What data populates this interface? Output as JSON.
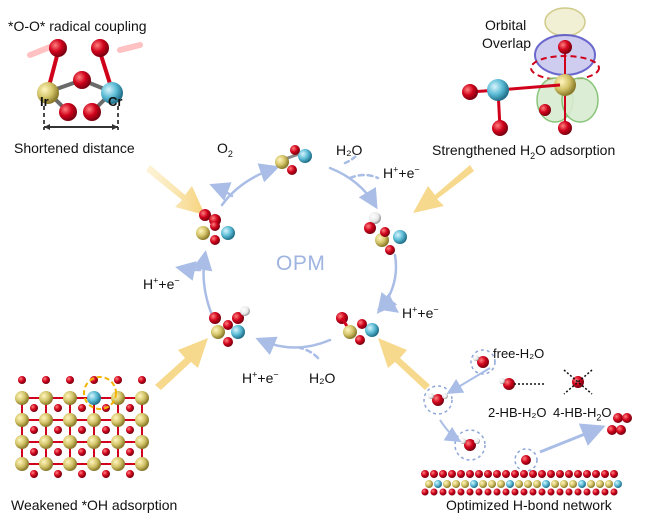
{
  "panels": {
    "top_left": {
      "title": "*O-O* radical coupling",
      "caption": "Shortened distance",
      "atom_labels": [
        "Ir",
        "Cr"
      ]
    },
    "top_right": {
      "title_line1": "Orbital",
      "title_line2": "Overlap",
      "caption_pre": "Strengthened H",
      "caption_sub": "2",
      "caption_post": "O adsorption"
    },
    "bottom_left": {
      "caption": "Weakened *OH adsorption"
    },
    "bottom_right": {
      "caption": "Optimized H-bond network",
      "free_water": "free-H₂O",
      "hb2_water": "2-HB-H₂O",
      "hb4_pre": "4-HB-H",
      "hb4_sub": "2",
      "hb4_post": "O"
    }
  },
  "cycle": {
    "center_label": "OPM",
    "o2": {
      "main": "O",
      "sub": "2"
    },
    "h2o_top": "H₂O",
    "h2o_bottom": "H₂O",
    "proton_right_top": {
      "pre": "H",
      "sup": "+",
      "post": "+e",
      "sup2": "−"
    },
    "proton_right_bottom": {
      "pre": "H",
      "sup": "+",
      "post": "+e",
      "sup2": "−"
    },
    "proton_left": {
      "pre": "H",
      "sup": "+",
      "post": "+e",
      "sup2": "−"
    },
    "proton_bottom": {
      "pre": "H",
      "sup": "+",
      "post": "+e",
      "sup2": "−"
    }
  },
  "colors": {
    "oxygen": "#d0021b",
    "iridium": "#d4c56a",
    "chromium": "#5bbcd6",
    "hydrogen": "#f0f0f0",
    "cycle_arrow": "#a9bde6",
    "highlight_arrow": "#f7d98a",
    "orbital_red": "#d0021b"
  }
}
